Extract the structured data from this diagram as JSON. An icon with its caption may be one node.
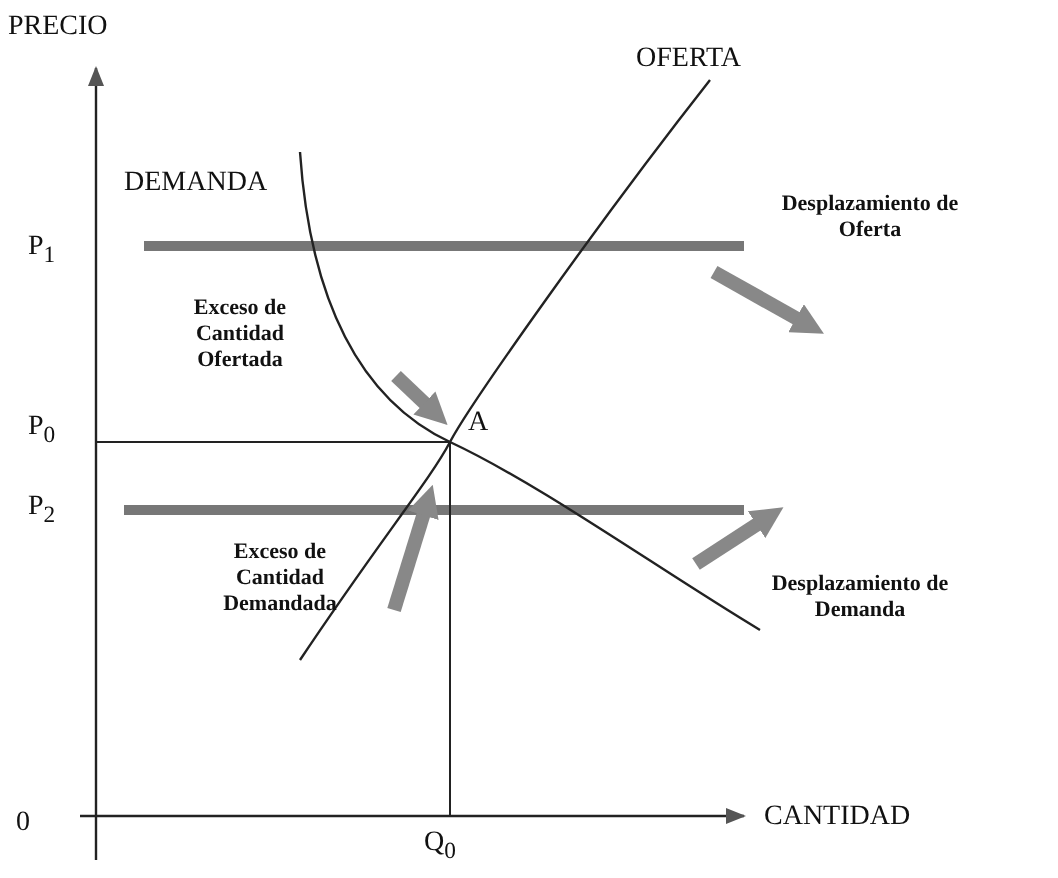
{
  "diagram": {
    "labels": [
      "PRECIO",
      "OFERTA",
      "DEMANDA",
      "Desplazamiento de Oferta",
      "Exceso de Cantidad Ofertada",
      "P$_{1}$",
      "A",
      "P$_{0}$",
      "P$_{2}$",
      "Desplazamiento de Demanda",
      "Exceso de Cantidad Demandada",
      "0",
      "CANTIDAD",
      "Q$_{0}$"
    ]
  }
}
